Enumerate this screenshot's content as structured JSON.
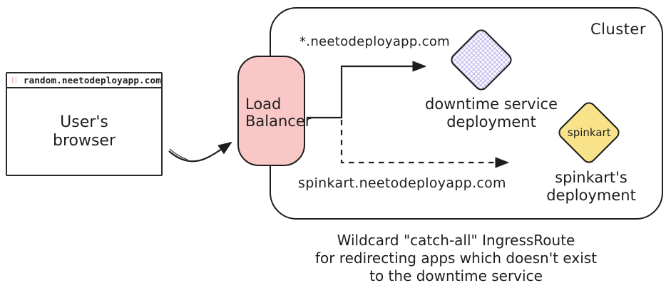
{
  "colors": {
    "ink": "#1e1e1e",
    "load_balancer_fill": "#f9c8c6",
    "spinkart_fill": "#f8e38b",
    "downtime_hatch": "#a898e4",
    "traffic_dot_red": "#f2b5b1",
    "traffic_dot_yellow": "#f0dfa0",
    "traffic_dot_green": "#b7dfb4"
  },
  "browser": {
    "url": "random.neetodeployapp.com",
    "label": {
      "line1": "User's",
      "line2": "browser"
    }
  },
  "load_balancer": {
    "line1": "Load",
    "line2": "Balancer"
  },
  "cluster": {
    "title": "Cluster",
    "wildcard_domain": "*.neetodeployapp.com",
    "spinkart_domain": "spinkart.neetodeployapp.com",
    "downtime_node": {
      "caption_line1": "downtime service",
      "caption_line2": "deployment"
    },
    "spinkart_node": {
      "label": "spinkart",
      "caption_line1": "spinkart's",
      "caption_line2": "deployment"
    }
  },
  "caption": {
    "line1": "Wildcard \"catch-all\" IngressRoute",
    "line2": "for redirecting apps which doesn't exist",
    "line3": "to the downtime service"
  }
}
